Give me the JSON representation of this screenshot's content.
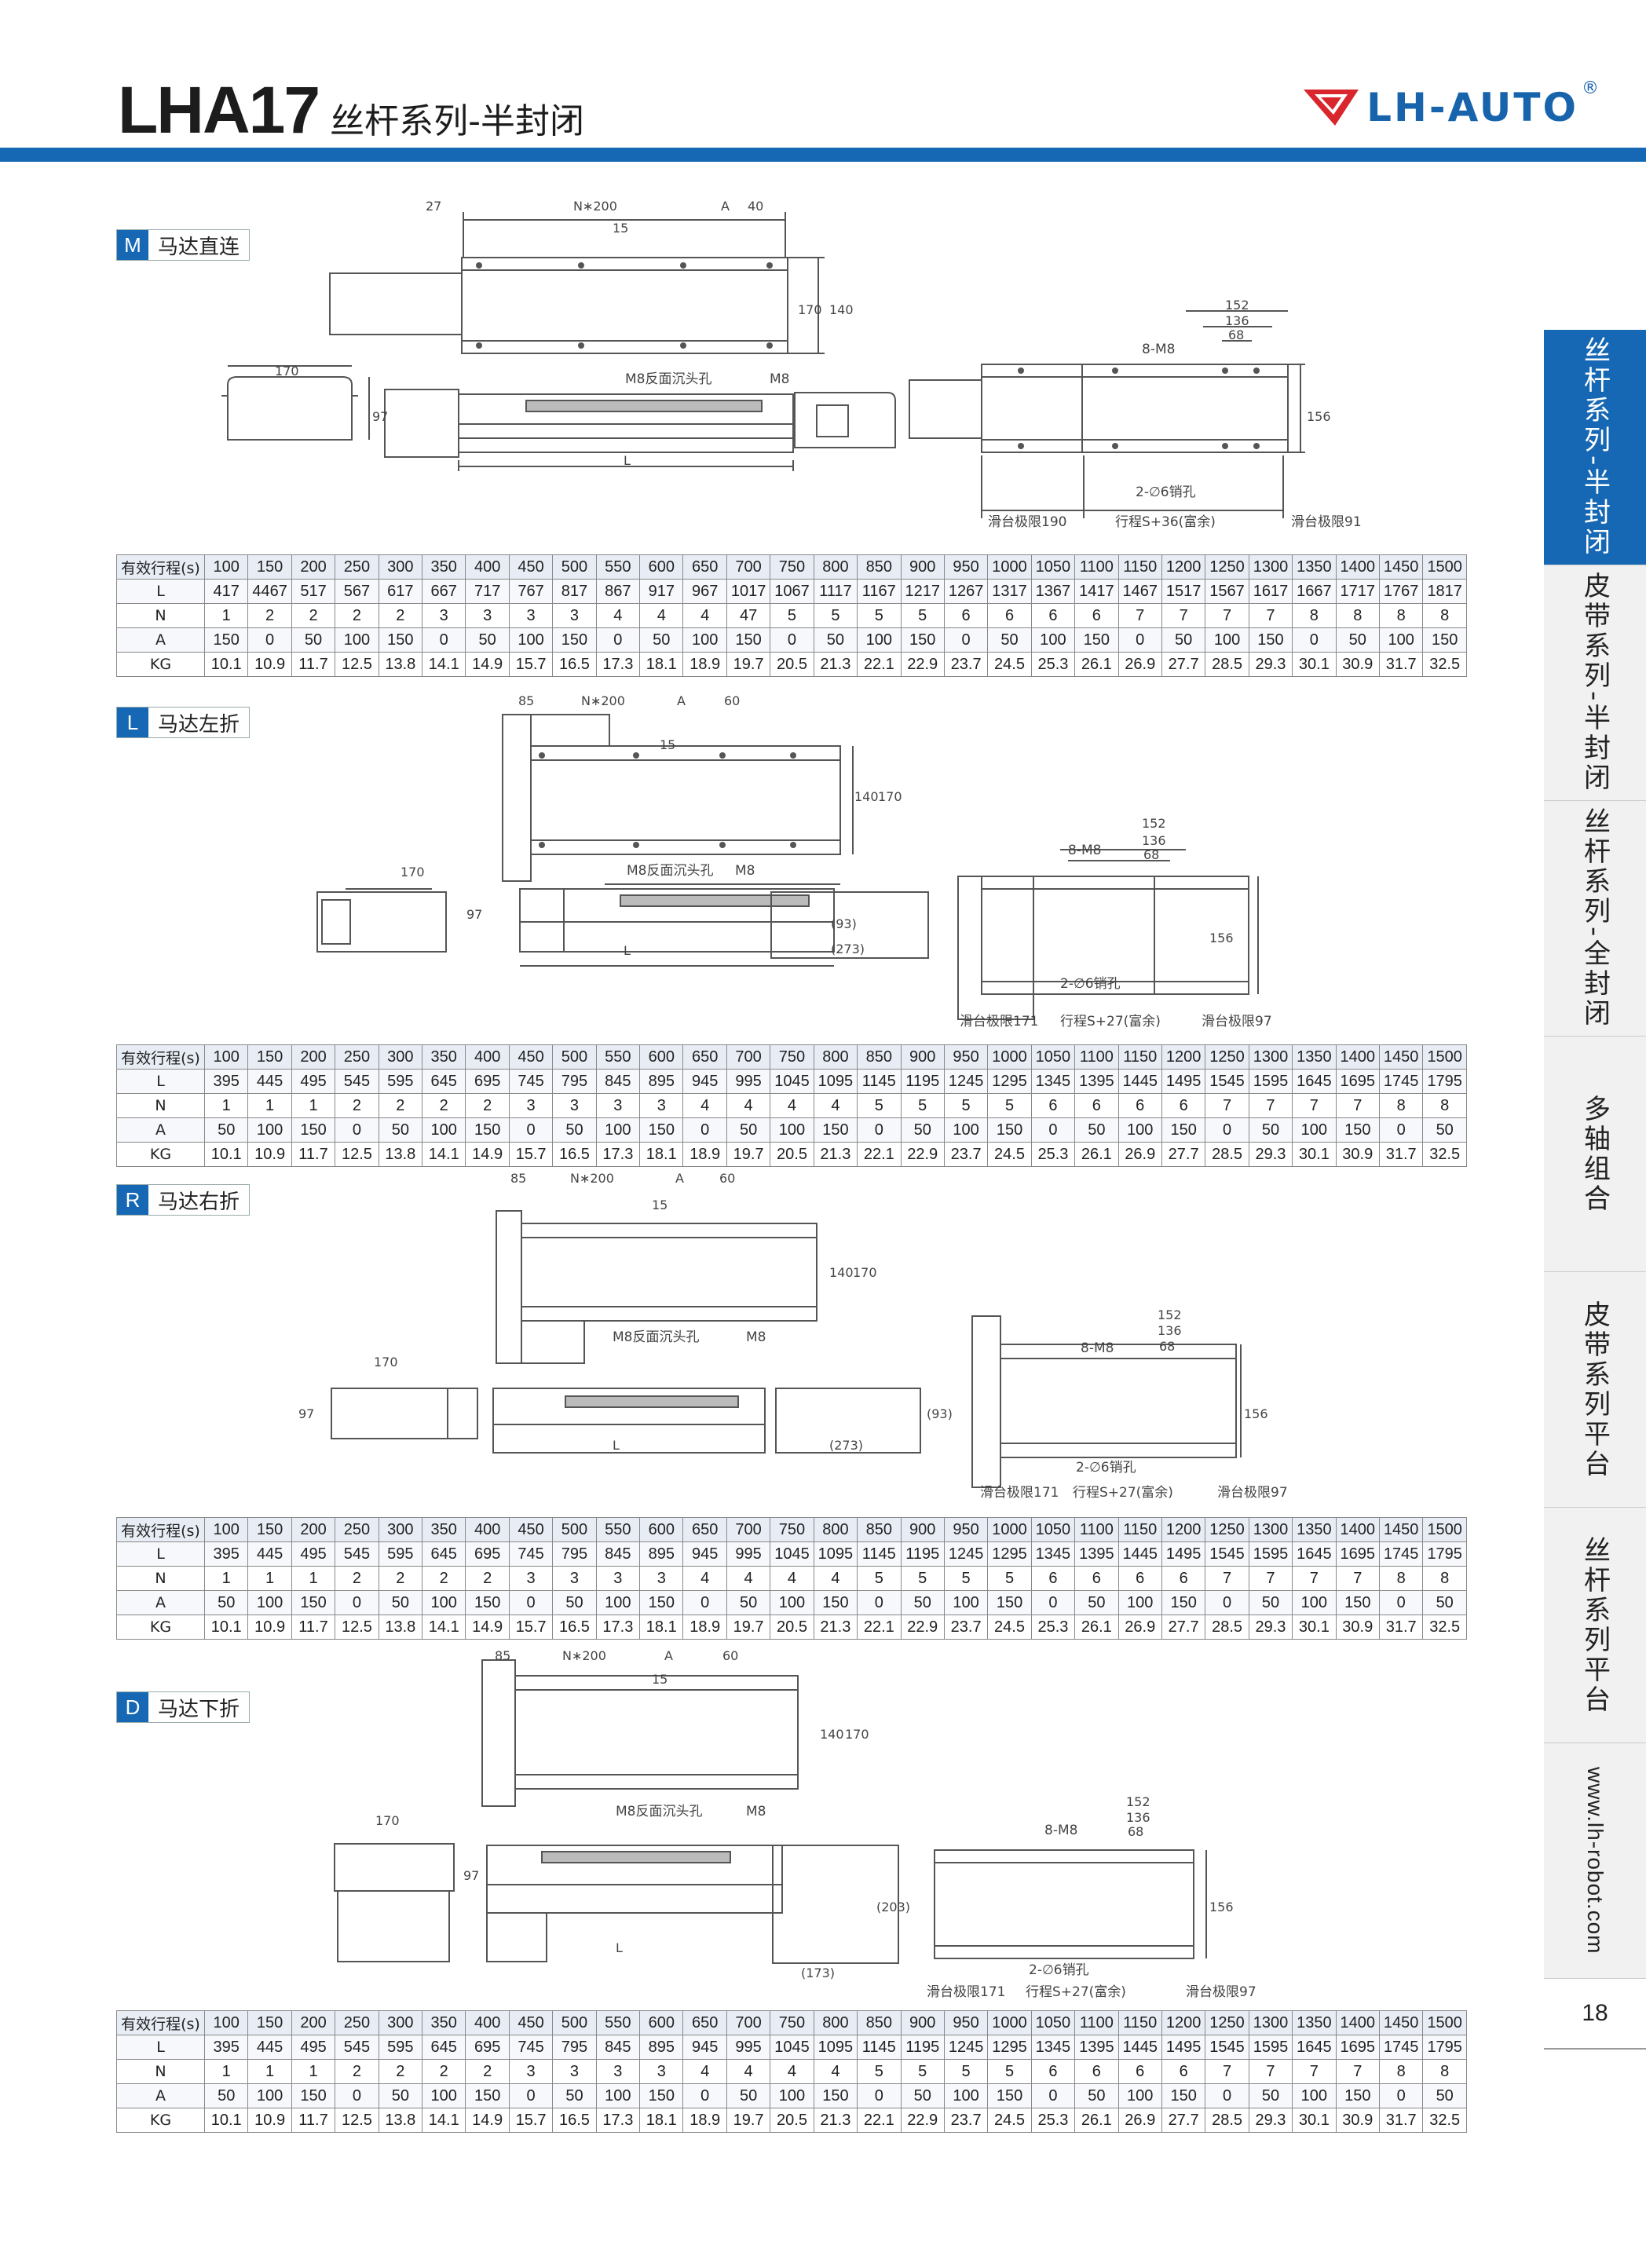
{
  "header": {
    "model": "LHA17",
    "series": "丝杆系列-半封闭",
    "brand": "LH-AUTO",
    "reg_mark": "®"
  },
  "side_tabs": [
    {
      "label": "丝杆系列-半封闭",
      "active": true
    },
    {
      "label": "皮带系列-半封闭",
      "active": false
    },
    {
      "label": "丝杆系列-全封闭",
      "active": false
    },
    {
      "label": "多轴组合",
      "active": false
    },
    {
      "label": "皮带系列平台",
      "active": false
    },
    {
      "label": "丝杆系列平台",
      "active": false
    },
    {
      "label": "www.lh-robot.com",
      "active": false
    }
  ],
  "page_number": "18",
  "labels": {
    "m8_counterbore": "M8反面沉头孔",
    "m8": "M8",
    "m8x8": "8-M8",
    "pin_hole": "2-∅6销孔",
    "dim_L": "L",
    "dim_170": "170",
    "dim_97": "97",
    "dim_140": "140",
    "dim_156": "156",
    "dim_152": "152",
    "dim_136": "136",
    "dim_68": "68",
    "dim_15": "15",
    "dim_40": "40",
    "dim_60": "60",
    "dim_27": "27",
    "dim_85": "85",
    "dim_A": "A",
    "dim_N200": "N∗200",
    "dim_93": "(93)",
    "dim_273": "(273)",
    "dim_203": "(203)",
    "dim_173": "(173)"
  },
  "sections": [
    {
      "letter": "M",
      "name": "马达直连",
      "limit_left": "滑台极限190",
      "stroke": "行程S+36(富余)",
      "limit_right": "滑台极限91",
      "table": {
        "row_labels": [
          "有效行程(s)",
          "L",
          "N",
          "A",
          "KG"
        ],
        "stroke": [
          "100",
          "150",
          "200",
          "250",
          "300",
          "350",
          "400",
          "450",
          "500",
          "550",
          "600",
          "650",
          "700",
          "750",
          "800",
          "850",
          "900",
          "950",
          "1000",
          "1050",
          "1100",
          "1150",
          "1200",
          "1250",
          "1300",
          "1350",
          "1400",
          "1450",
          "1500"
        ],
        "L": [
          "417",
          "4467",
          "517",
          "567",
          "617",
          "667",
          "717",
          "767",
          "817",
          "867",
          "917",
          "967",
          "1017",
          "1067",
          "1117",
          "1167",
          "1217",
          "1267",
          "1317",
          "1367",
          "1417",
          "1467",
          "1517",
          "1567",
          "1617",
          "1667",
          "1717",
          "1767",
          "1817"
        ],
        "N": [
          "1",
          "2",
          "2",
          "2",
          "2",
          "3",
          "3",
          "3",
          "3",
          "4",
          "4",
          "4",
          "47",
          "5",
          "5",
          "5",
          "5",
          "6",
          "6",
          "6",
          "6",
          "7",
          "7",
          "7",
          "7",
          "8",
          "8",
          "8",
          "8"
        ],
        "A": [
          "150",
          "0",
          "50",
          "100",
          "150",
          "0",
          "50",
          "100",
          "150",
          "0",
          "50",
          "100",
          "150",
          "0",
          "50",
          "100",
          "150",
          "0",
          "50",
          "100",
          "150",
          "0",
          "50",
          "100",
          "150",
          "0",
          "50",
          "100",
          "150"
        ],
        "KG": [
          "10.1",
          "10.9",
          "11.7",
          "12.5",
          "13.8",
          "14.1",
          "14.9",
          "15.7",
          "16.5",
          "17.3",
          "18.1",
          "18.9",
          "19.7",
          "20.5",
          "21.3",
          "22.1",
          "22.9",
          "23.7",
          "24.5",
          "25.3",
          "26.1",
          "26.9",
          "27.7",
          "28.5",
          "29.3",
          "30.1",
          "30.9",
          "31.7",
          "32.5"
        ]
      }
    },
    {
      "letter": "L",
      "name": "马达左折",
      "limit_left": "滑台极限171",
      "stroke": "行程S+27(富余)",
      "limit_right": "滑台极限97",
      "table": {
        "row_labels": [
          "有效行程(s)",
          "L",
          "N",
          "A",
          "KG"
        ],
        "stroke": [
          "100",
          "150",
          "200",
          "250",
          "300",
          "350",
          "400",
          "450",
          "500",
          "550",
          "600",
          "650",
          "700",
          "750",
          "800",
          "850",
          "900",
          "950",
          "1000",
          "1050",
          "1100",
          "1150",
          "1200",
          "1250",
          "1300",
          "1350",
          "1400",
          "1450",
          "1500"
        ],
        "L": [
          "395",
          "445",
          "495",
          "545",
          "595",
          "645",
          "695",
          "745",
          "795",
          "845",
          "895",
          "945",
          "995",
          "1045",
          "1095",
          "1145",
          "1195",
          "1245",
          "1295",
          "1345",
          "1395",
          "1445",
          "1495",
          "1545",
          "1595",
          "1645",
          "1695",
          "1745",
          "1795"
        ],
        "N": [
          "1",
          "1",
          "1",
          "2",
          "2",
          "2",
          "2",
          "3",
          "3",
          "3",
          "3",
          "4",
          "4",
          "4",
          "4",
          "5",
          "5",
          "5",
          "5",
          "6",
          "6",
          "6",
          "6",
          "7",
          "7",
          "7",
          "7",
          "8",
          "8"
        ],
        "A": [
          "50",
          "100",
          "150",
          "0",
          "50",
          "100",
          "150",
          "0",
          "50",
          "100",
          "150",
          "0",
          "50",
          "100",
          "150",
          "0",
          "50",
          "100",
          "150",
          "0",
          "50",
          "100",
          "150",
          "0",
          "50",
          "100",
          "150",
          "0",
          "50"
        ],
        "KG": [
          "10.1",
          "10.9",
          "11.7",
          "12.5",
          "13.8",
          "14.1",
          "14.9",
          "15.7",
          "16.5",
          "17.3",
          "18.1",
          "18.9",
          "19.7",
          "20.5",
          "21.3",
          "22.1",
          "22.9",
          "23.7",
          "24.5",
          "25.3",
          "26.1",
          "26.9",
          "27.7",
          "28.5",
          "29.3",
          "30.1",
          "30.9",
          "31.7",
          "32.5"
        ]
      }
    },
    {
      "letter": "R",
      "name": "马达右折",
      "limit_left": "滑台极限171",
      "stroke": "行程S+27(富余)",
      "limit_right": "滑台极限97",
      "table": {
        "row_labels": [
          "有效行程(s)",
          "L",
          "N",
          "A",
          "KG"
        ],
        "stroke": [
          "100",
          "150",
          "200",
          "250",
          "300",
          "350",
          "400",
          "450",
          "500",
          "550",
          "600",
          "650",
          "700",
          "750",
          "800",
          "850",
          "900",
          "950",
          "1000",
          "1050",
          "1100",
          "1150",
          "1200",
          "1250",
          "1300",
          "1350",
          "1400",
          "1450",
          "1500"
        ],
        "L": [
          "395",
          "445",
          "495",
          "545",
          "595",
          "645",
          "695",
          "745",
          "795",
          "845",
          "895",
          "945",
          "995",
          "1045",
          "1095",
          "1145",
          "1195",
          "1245",
          "1295",
          "1345",
          "1395",
          "1445",
          "1495",
          "1545",
          "1595",
          "1645",
          "1695",
          "1745",
          "1795"
        ],
        "N": [
          "1",
          "1",
          "1",
          "2",
          "2",
          "2",
          "2",
          "3",
          "3",
          "3",
          "3",
          "4",
          "4",
          "4",
          "4",
          "5",
          "5",
          "5",
          "5",
          "6",
          "6",
          "6",
          "6",
          "7",
          "7",
          "7",
          "7",
          "8",
          "8"
        ],
        "A": [
          "50",
          "100",
          "150",
          "0",
          "50",
          "100",
          "150",
          "0",
          "50",
          "100",
          "150",
          "0",
          "50",
          "100",
          "150",
          "0",
          "50",
          "100",
          "150",
          "0",
          "50",
          "100",
          "150",
          "0",
          "50",
          "100",
          "150",
          "0",
          "50"
        ],
        "KG": [
          "10.1",
          "10.9",
          "11.7",
          "12.5",
          "13.8",
          "14.1",
          "14.9",
          "15.7",
          "16.5",
          "17.3",
          "18.1",
          "18.9",
          "19.7",
          "20.5",
          "21.3",
          "22.1",
          "22.9",
          "23.7",
          "24.5",
          "25.3",
          "26.1",
          "26.9",
          "27.7",
          "28.5",
          "29.3",
          "30.1",
          "30.9",
          "31.7",
          "32.5"
        ]
      }
    },
    {
      "letter": "D",
      "name": "马达下折",
      "limit_left": "滑台极限171",
      "stroke": "行程S+27(富余)",
      "limit_right": "滑台极限97",
      "table": {
        "row_labels": [
          "有效行程(s)",
          "L",
          "N",
          "A",
          "KG"
        ],
        "stroke": [
          "100",
          "150",
          "200",
          "250",
          "300",
          "350",
          "400",
          "450",
          "500",
          "550",
          "600",
          "650",
          "700",
          "750",
          "800",
          "850",
          "900",
          "950",
          "1000",
          "1050",
          "1100",
          "1150",
          "1200",
          "1250",
          "1300",
          "1350",
          "1400",
          "1450",
          "1500"
        ],
        "L": [
          "395",
          "445",
          "495",
          "545",
          "595",
          "645",
          "695",
          "745",
          "795",
          "845",
          "895",
          "945",
          "995",
          "1045",
          "1095",
          "1145",
          "1195",
          "1245",
          "1295",
          "1345",
          "1395",
          "1445",
          "1495",
          "1545",
          "1595",
          "1645",
          "1695",
          "1745",
          "1795"
        ],
        "N": [
          "1",
          "1",
          "1",
          "2",
          "2",
          "2",
          "2",
          "3",
          "3",
          "3",
          "3",
          "4",
          "4",
          "4",
          "4",
          "5",
          "5",
          "5",
          "5",
          "6",
          "6",
          "6",
          "6",
          "7",
          "7",
          "7",
          "7",
          "8",
          "8"
        ],
        "A": [
          "50",
          "100",
          "150",
          "0",
          "50",
          "100",
          "150",
          "0",
          "50",
          "100",
          "150",
          "0",
          "50",
          "100",
          "150",
          "0",
          "50",
          "100",
          "150",
          "0",
          "50",
          "100",
          "150",
          "0",
          "50",
          "100",
          "150",
          "0",
          "50"
        ],
        "KG": [
          "10.1",
          "10.9",
          "11.7",
          "12.5",
          "13.8",
          "14.1",
          "14.9",
          "15.7",
          "16.5",
          "17.3",
          "18.1",
          "18.9",
          "19.7",
          "20.5",
          "21.3",
          "22.1",
          "22.9",
          "23.7",
          "24.5",
          "25.3",
          "26.1",
          "26.9",
          "27.7",
          "28.5",
          "29.3",
          "30.1",
          "30.9",
          "31.7",
          "32.5"
        ]
      }
    }
  ]
}
